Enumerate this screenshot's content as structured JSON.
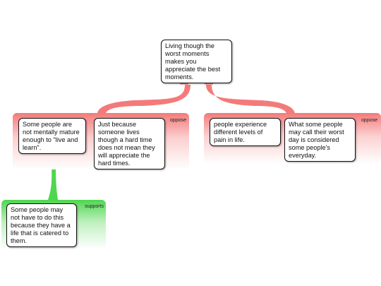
{
  "root": {
    "text": "Living though the worst moments makes you appreciate the best moments."
  },
  "groups": {
    "left_oppose": {
      "label": "oppose",
      "color": "#f47a7a"
    },
    "right_oppose": {
      "label": "oppose",
      "color": "#f47a7a"
    },
    "supports": {
      "label": "supports",
      "color": "#4fd64f"
    }
  },
  "nodes": {
    "not_mature": "Some people are not mentally mature enough to \"live and learn\".",
    "hard_time": "Just because someone lives though a hard time does not mean they will appreciate the hard times.",
    "different_levels": "people experience different levels of pain in life.",
    "worst_day": "What some people may call their worst day is considered some people's everyday.",
    "not_have_to": "Some people may not have to do this because they have a life that is catered to them."
  }
}
